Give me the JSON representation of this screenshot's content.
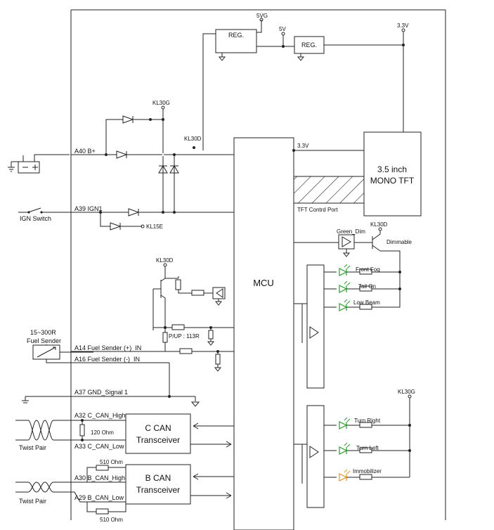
{
  "colors": {
    "line": "#222222",
    "led_green": "#2aa02a",
    "led_orange": "#e69520"
  },
  "power": {
    "vg_label": "5VG",
    "v5_label": "5V",
    "v33_label": "3.3V",
    "v33_mcu_label": "3.3V",
    "reg_label": "REG.",
    "kl30g_top": "KL30G",
    "kl30d_top": "KL30D",
    "kl15e_label": "KL15E"
  },
  "display": {
    "title_line1": "3.5 inch",
    "title_line2": "MONO TFT",
    "port_label": "TFT Contrd Port"
  },
  "mcu": {
    "label": "MCU"
  },
  "pins": {
    "a40": "A40  B+",
    "a39": "A39  IGN1",
    "a14": "A14  Fuel Sender (+)_IN",
    "a16": "A16  Fuel Sender (-)_IN",
    "a37": "A37  GND_Signal 1",
    "a32": "A32  C_CAN_High",
    "a33": "A33  C_CAN_Low",
    "a30": "A30  B_CAN_High",
    "a29": "A29  B_CAN_Low"
  },
  "external": {
    "ign_switch": "IGN Switch",
    "fuel_sender_range": "15~300R",
    "fuel_sender_name": "Fuel Sender",
    "twist_pair_1": "Twist Pair",
    "twist_pair_2": "Twist Pair"
  },
  "fuel_circuit": {
    "kl30d": "KL30D",
    "pullup": "P/UP : 113R"
  },
  "dimming": {
    "green_dim": "Green_Dim",
    "kl30d": "KL30D",
    "dimmable": "Dimmable"
  },
  "indicators_top": [
    "Front Fog",
    "Tail On",
    "Low Beam"
  ],
  "indicators_bottom": [
    "Turn Right",
    "Turn Left",
    "Immobilizer"
  ],
  "kl30g_bottom": "KL30G",
  "can": {
    "c_name_1": "C CAN",
    "c_name_2": "Transceiver",
    "b_name_1": "B CAN",
    "b_name_2": "Transceiver",
    "c_term": "120 Ohm",
    "b_res_high": "510 Ohm",
    "b_res_low": "510 Ohm"
  }
}
